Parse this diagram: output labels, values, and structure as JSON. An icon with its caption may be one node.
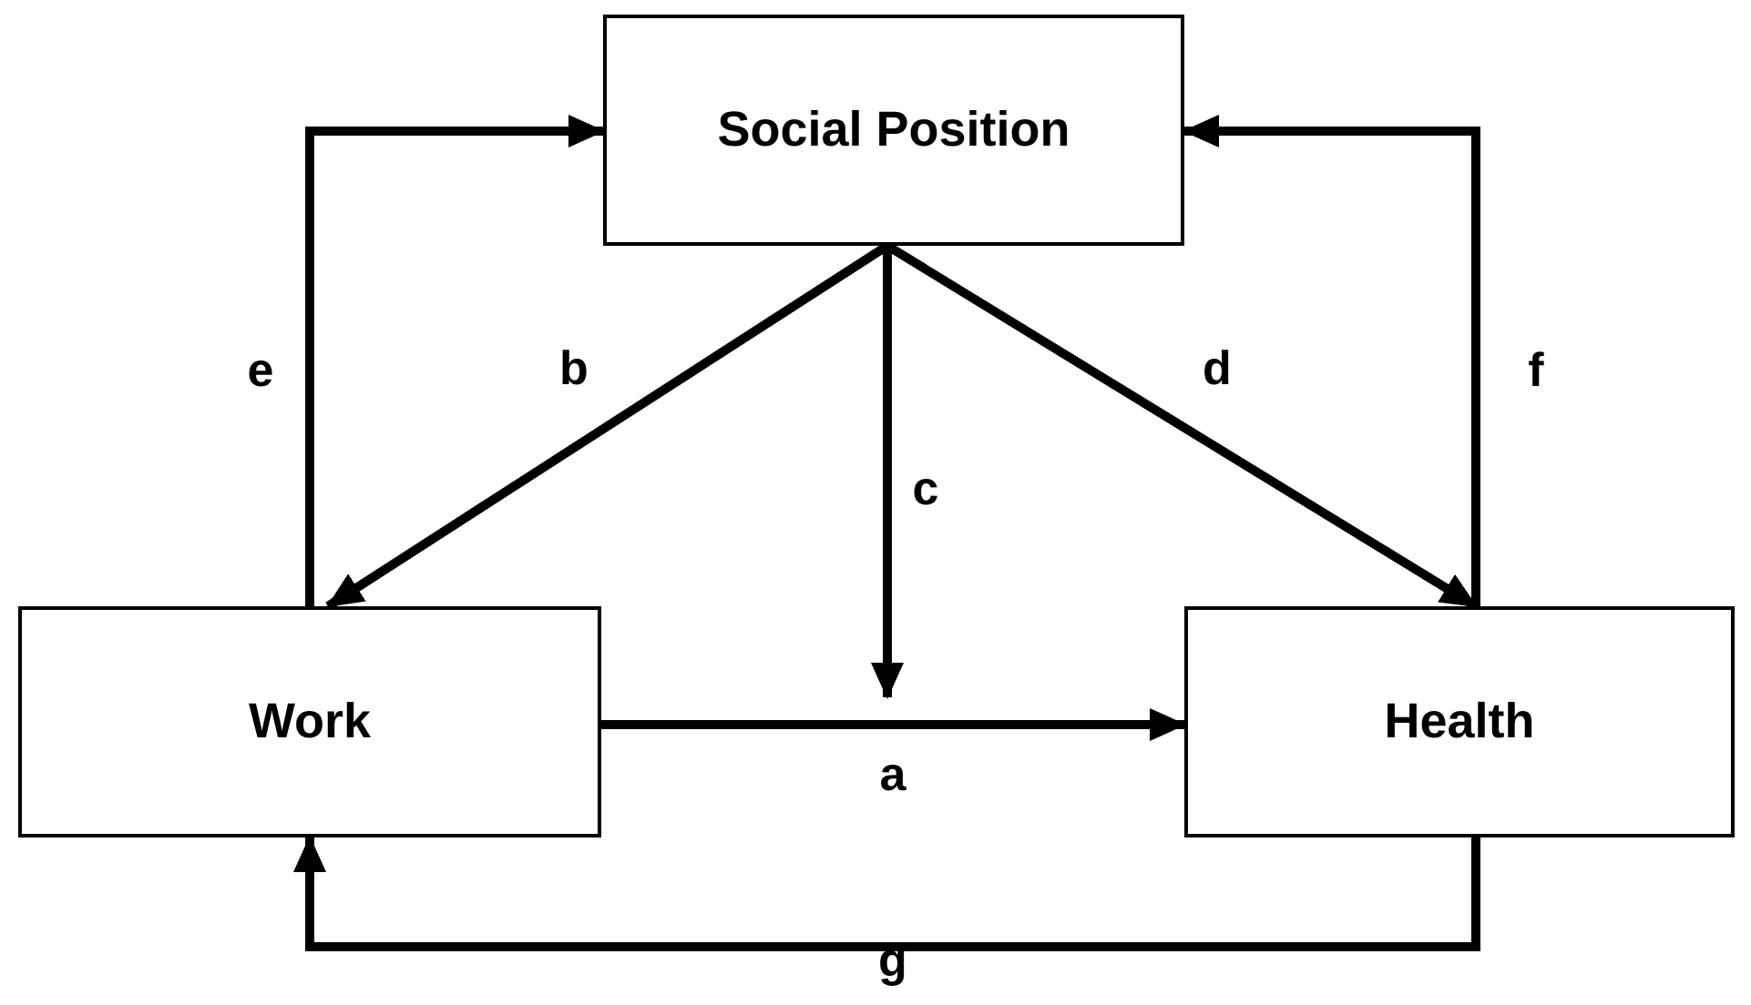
{
  "diagram": {
    "nodes": [
      {
        "text": [
          "Social Position"
        ]
      },
      {
        "text": [
          "Work"
        ]
      },
      {
        "text": [
          "Health"
        ]
      }
    ],
    "edges": [
      {
        "from": 1,
        "to": 2,
        "arrow": "to",
        "label": "a"
      },
      {
        "from": 0,
        "to": 1,
        "arrow": "to",
        "label": "b"
      },
      {
        "from": 0,
        "to": null,
        "arrow": "to",
        "label": "c"
      },
      {
        "from": 0,
        "to": 2,
        "arrow": "to",
        "label": "d"
      },
      {
        "from": 1,
        "to": 0,
        "arrow": "to",
        "label": "e"
      },
      {
        "from": 2,
        "to": 0,
        "arrow": "to",
        "label": "f"
      },
      {
        "from": 2,
        "to": 1,
        "arrow": "to",
        "label": "g"
      }
    ]
  }
}
